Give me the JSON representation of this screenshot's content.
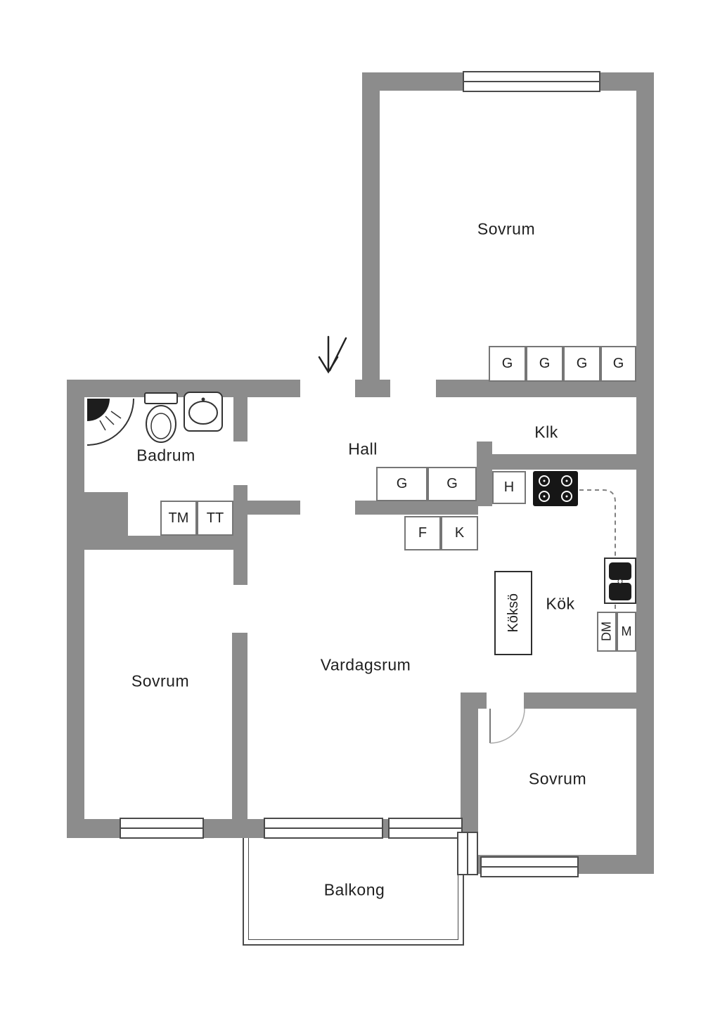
{
  "labels": {
    "sovrum_top": "Sovrum",
    "badrum": "Badrum",
    "hall": "Hall",
    "klk": "Klk",
    "kok": "Kök",
    "kokso": "Köksö",
    "vardagsrum": "Vardagsrum",
    "sovrum_left": "Sovrum",
    "sovrum_bottom": "Sovrum",
    "balkong": "Balkong"
  },
  "fixtures": {
    "wardrobe": "G",
    "washing_machine": "TM",
    "tumble_dryer": "TT",
    "freezer": "F",
    "fridge": "K",
    "cabinet": "H",
    "dishwasher": "DM",
    "micro": "M"
  },
  "colors": {
    "wall": "#8c8c8c",
    "outline": "#4a4a4a",
    "text": "#1f1f1f",
    "appliance": "#161616"
  }
}
